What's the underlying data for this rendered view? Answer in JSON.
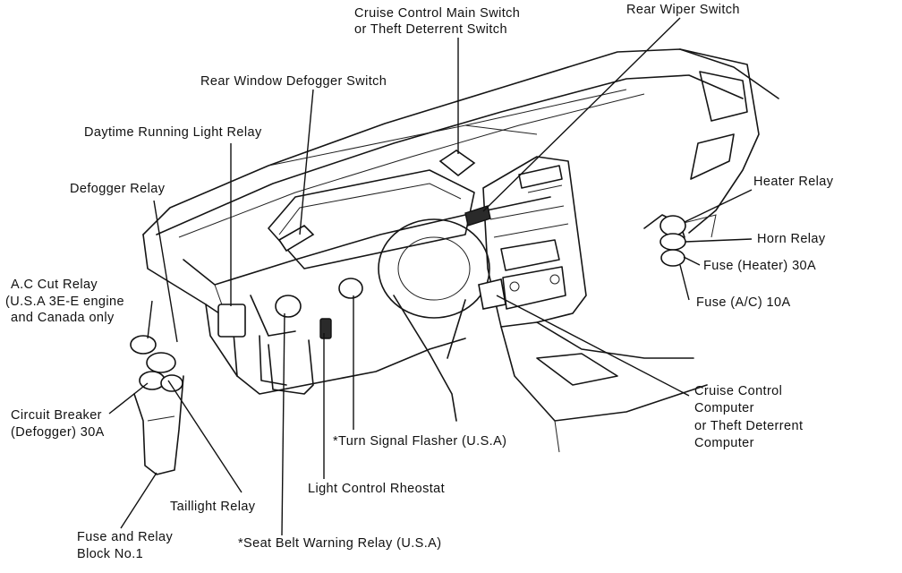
{
  "colors": {
    "ink": "#111111",
    "paper": "#ffffff"
  },
  "labels": {
    "cruise_main": [
      "Cruise Control Main Switch",
      "or Theft Deterrent Switch"
    ],
    "rear_wiper": [
      "Rear Wiper Switch"
    ],
    "rear_defogger_switch": [
      "Rear Window Defogger Switch"
    ],
    "drl_relay": [
      "Daytime Running Light Relay"
    ],
    "defogger_relay": [
      "Defogger Relay"
    ],
    "heater_relay": [
      "Heater Relay"
    ],
    "horn_relay": [
      "Horn Relay"
    ],
    "fuse_heater": [
      "Fuse (Heater) 30A"
    ],
    "fuse_ac": [
      "Fuse (A/C) 10A"
    ],
    "ac_cut_relay": [
      "A.C Cut Relay",
      "(U.S.A 3E-E engine",
      "and Canada only"
    ],
    "circuit_breaker": [
      "Circuit Breaker",
      "(Defogger) 30A"
    ],
    "cruise_computer": [
      "Cruise Control",
      "Computer",
      "or Theft Deterrent",
      "Computer"
    ],
    "turn_flasher": [
      "*Turn Signal Flasher (U.S.A)"
    ],
    "light_rheostat": [
      "Light Control Rheostat"
    ],
    "taillight_relay": [
      "Taillight Relay"
    ],
    "fuse_block": [
      "Fuse and Relay",
      "Block No.1"
    ],
    "seat_belt_relay": [
      "*Seat Belt Warning Relay (U.S.A)"
    ]
  }
}
